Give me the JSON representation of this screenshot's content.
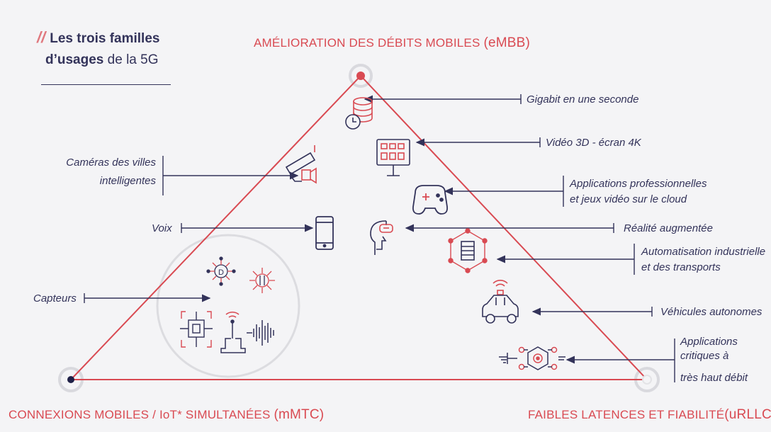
{
  "legend": {
    "line1": "Les trois familles",
    "line2_bold": "d’usages",
    "line2_rest": " de la 5G"
  },
  "corners": {
    "top": {
      "text": "AMÉLIORATION DES DÉBITS MOBILES",
      "abbr": "(eMBB)"
    },
    "left": {
      "text": "CONNEXIONS MOBILES / IoT* SIMULTANÉES",
      "abbr": "(mMTC)"
    },
    "right": {
      "text": "FAIBLES LATENCES ET FIABILITÉ",
      "abbr": "(uRLLC)"
    }
  },
  "labels": {
    "gigabit": "Gigabit en une seconde",
    "video": "Vidéo 3D - écran 4K",
    "apps_pro_1": "Applications professionnelles",
    "apps_pro_2": "et jeux vidéo sur le cloud",
    "realite": "Réalité augmentée",
    "auto_1": "Automatisation industrielle",
    "auto_2": "et des transports",
    "vehicules": "Véhicules autonomes",
    "critiques_1": "Applications",
    "critiques_2": "critiques à",
    "critiques_3": "très haut débit",
    "cameras_1": "Caméras des villes",
    "cameras_2": "intelligentes",
    "voix": "Voix",
    "capteurs": "Capteurs"
  },
  "colors": {
    "accent": "#d94a52",
    "navy": "#33335a",
    "background": "#f4f4f6"
  },
  "icons": [
    "database-clock-icon",
    "screen-4k-icon",
    "gamepad-icon",
    "ar-head-icon",
    "factory-network-icon",
    "autonomous-car-icon",
    "chip-critical-icon",
    "cctv-camera-icon",
    "smartphone-icon",
    "sensor-hub-icon",
    "sensor-chip-icon",
    "antenna-icon",
    "waveform-icon"
  ]
}
